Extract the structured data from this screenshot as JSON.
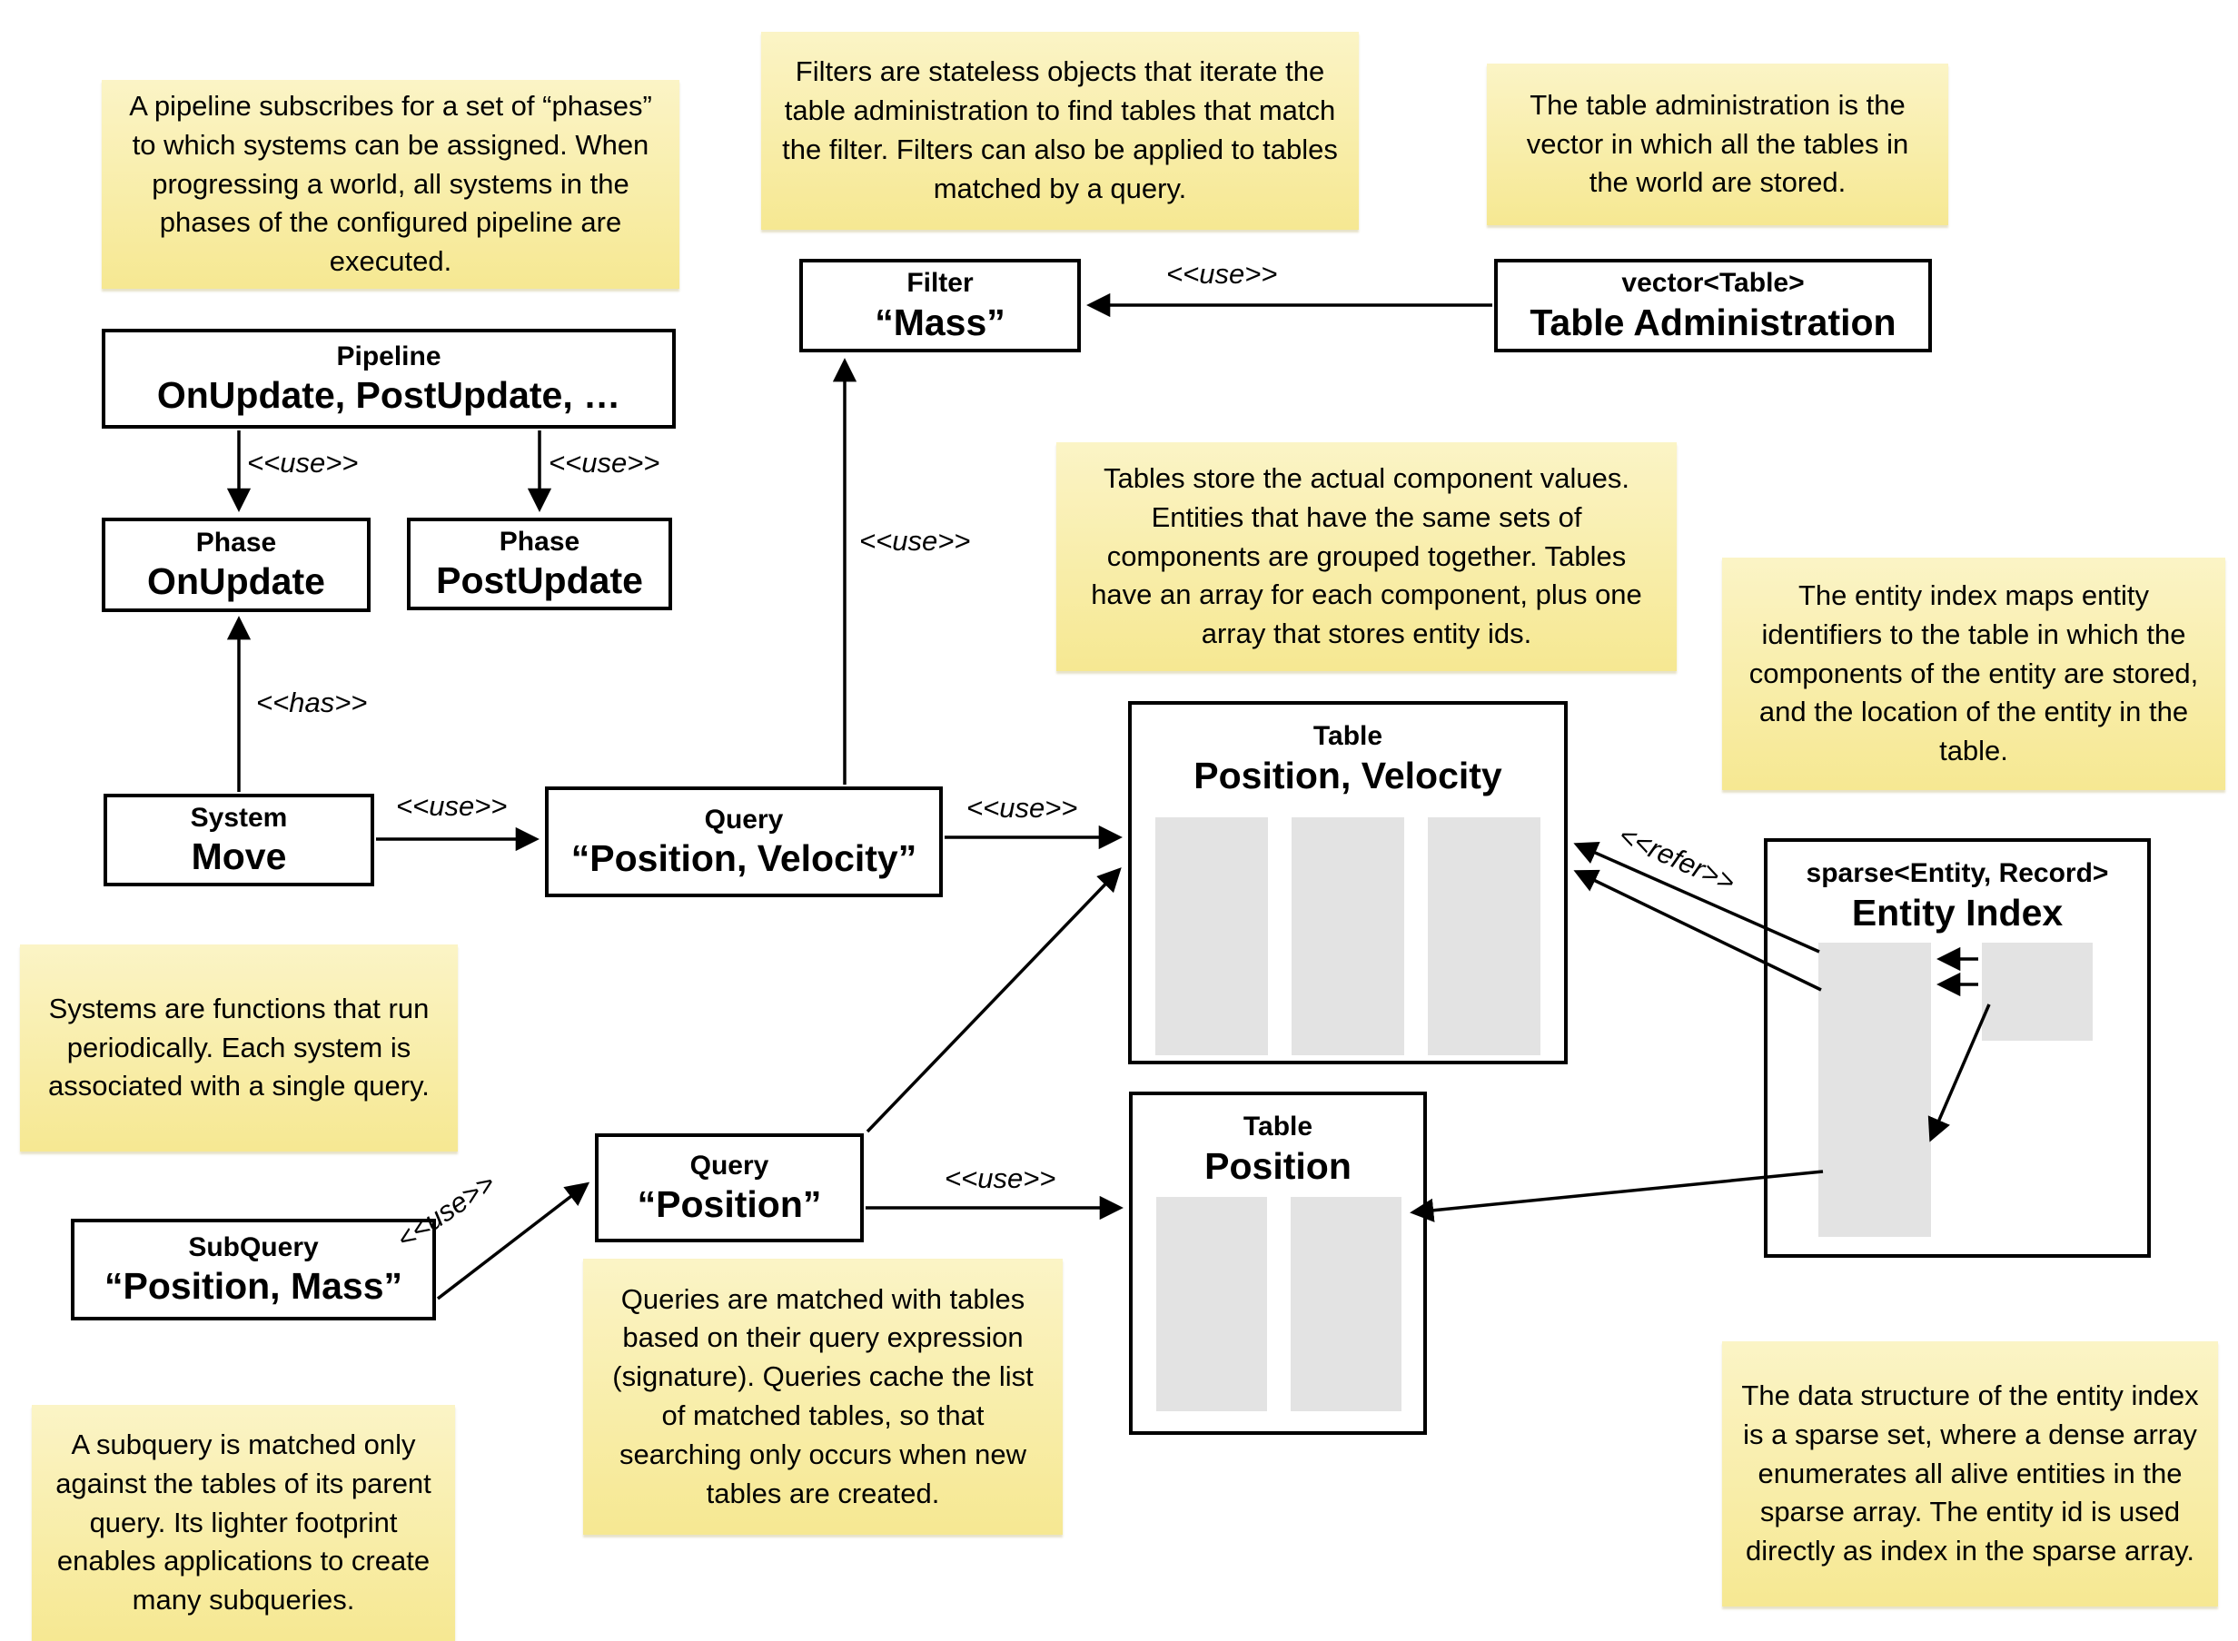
{
  "notes": {
    "pipeline": "A pipeline subscribes for a set of “phases” to which systems can be assigned. When progressing a world, all systems in the phases of the configured pipeline are executed.",
    "filters": "Filters are stateless objects that iterate the table administration to find tables that match the filter. Filters can also be applied to tables matched by a query.",
    "table_admin": "The table administration is the vector in which all the tables in the world are stored.",
    "tables": "Tables store the actual component values. Entities that have the same sets of components are grouped together. Tables have an array for each component, plus one array that stores entity ids.",
    "entity_index": "The entity index maps entity identifiers to the table in which the components of the entity are stored, and the location of the entity in the table.",
    "systems": "Systems are functions that run periodically. Each system is associated with a single query.",
    "queries": "Queries are matched with tables based on their query expression (signature). Queries cache the list of matched tables, so that searching only occurs when new tables are created.",
    "subquery": "A subquery is matched only against the tables of its parent query. Its lighter footprint enables applications to create many subqueries.",
    "sparse": "The data structure of the entity index is a sparse set, where a dense array enumerates all alive entities in the sparse array. The entity id is used directly as index in the sparse array."
  },
  "boxes": {
    "filter": {
      "title": "Filter",
      "value": "“Mass”"
    },
    "table_admin": {
      "title": "vector<Table>",
      "value": "Table Administration"
    },
    "pipeline": {
      "title": "Pipeline",
      "value": "OnUpdate, PostUpdate, …"
    },
    "phase_onupdate": {
      "title": "Phase",
      "value": "OnUpdate"
    },
    "phase_postupdate": {
      "title": "Phase",
      "value": "PostUpdate"
    },
    "system_move": {
      "title": "System",
      "value": "Move"
    },
    "query_pv": {
      "title": "Query",
      "value": "“Position, Velocity”"
    },
    "query_pos": {
      "title": "Query",
      "value": "“Position”"
    },
    "subquery": {
      "title": "SubQuery",
      "value": "“Position, Mass”"
    },
    "table_pv": {
      "title": "Table",
      "value": "Position, Velocity"
    },
    "table_pos": {
      "title": "Table",
      "value": "Position"
    },
    "entity_index": {
      "title": "sparse<Entity, Record>",
      "value": "Entity Index"
    }
  },
  "edge_labels": {
    "use": "<<use>>",
    "has": "<<has>>",
    "refer": "<<refer>>"
  },
  "colors": {
    "note_gradient_top": "#FBF4C6",
    "note_gradient_bottom": "#F6E892",
    "array_fill": "#E3E3E3",
    "line": "#000000",
    "box_background": "#FFFFFF"
  }
}
